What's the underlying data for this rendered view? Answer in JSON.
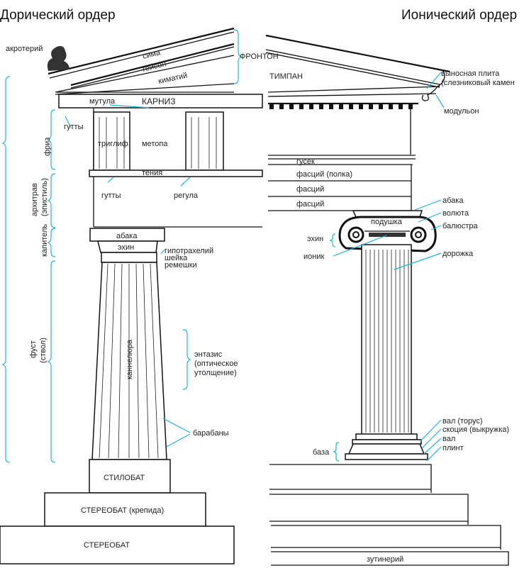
{
  "titles": {
    "doric": "Дорический ордер",
    "ionic": "Ионический ордер"
  },
  "doric": {
    "akroterion": "акротерий",
    "sima": "сима",
    "geison": "гейсон",
    "kymation": "киматий",
    "fronton": "ФРОНТОН",
    "mutule": "мутула",
    "cornice": "КАРНИЗ",
    "guttae_top": "гутты",
    "triglyph": "триглиф",
    "metope": "метопа",
    "taenia": "тения",
    "guttae_bottom": "гутты",
    "regula": "регула",
    "frieze": "фриз",
    "architrave": "архитрав",
    "architrave_alt": "(эпистиль)",
    "capital": "капитель",
    "shaft": "фуст",
    "shaft_alt": "(ствол)",
    "abacus": "абака",
    "echinus": "эхин",
    "hypotrachelion": "гипотрахелий",
    "neck": "шейка",
    "annulets": "ремешки",
    "flute": "каннелюра",
    "entasis": [
      "энтазис",
      "(оптическое",
      "утолщение)"
    ],
    "drums": "барабаны",
    "stylobate": "СТИЛОБАТ",
    "stereobate_krepis": "СТЕРЕОБАТ (крепида)",
    "stereobate": "СТЕРЕОБАТ"
  },
  "ionic": {
    "tympanum": "ТИМПАН",
    "corona": "выносная плита",
    "corona_alt": "(слезниковый камен",
    "modillion": "модульон",
    "cyma": "гусек",
    "fascia_shelf": "фасций (полка)",
    "fascia_2": "фасций",
    "fascia_3": "фасций",
    "abacus": "абака",
    "cushion": "подушка",
    "volute": "волюта",
    "baluster": "балюстра",
    "echinus": "эхин",
    "ionic_molding": "ионик",
    "fillet": "дорожка",
    "torus": "вал (торус)",
    "scotia": "скоция (выкружка)",
    "torus_2": "вал",
    "plinth": "плинт",
    "base": "база",
    "euthynteria": "зутинерий"
  },
  "colors": {
    "leader": "#1fb4d8",
    "ink": "#111111"
  }
}
